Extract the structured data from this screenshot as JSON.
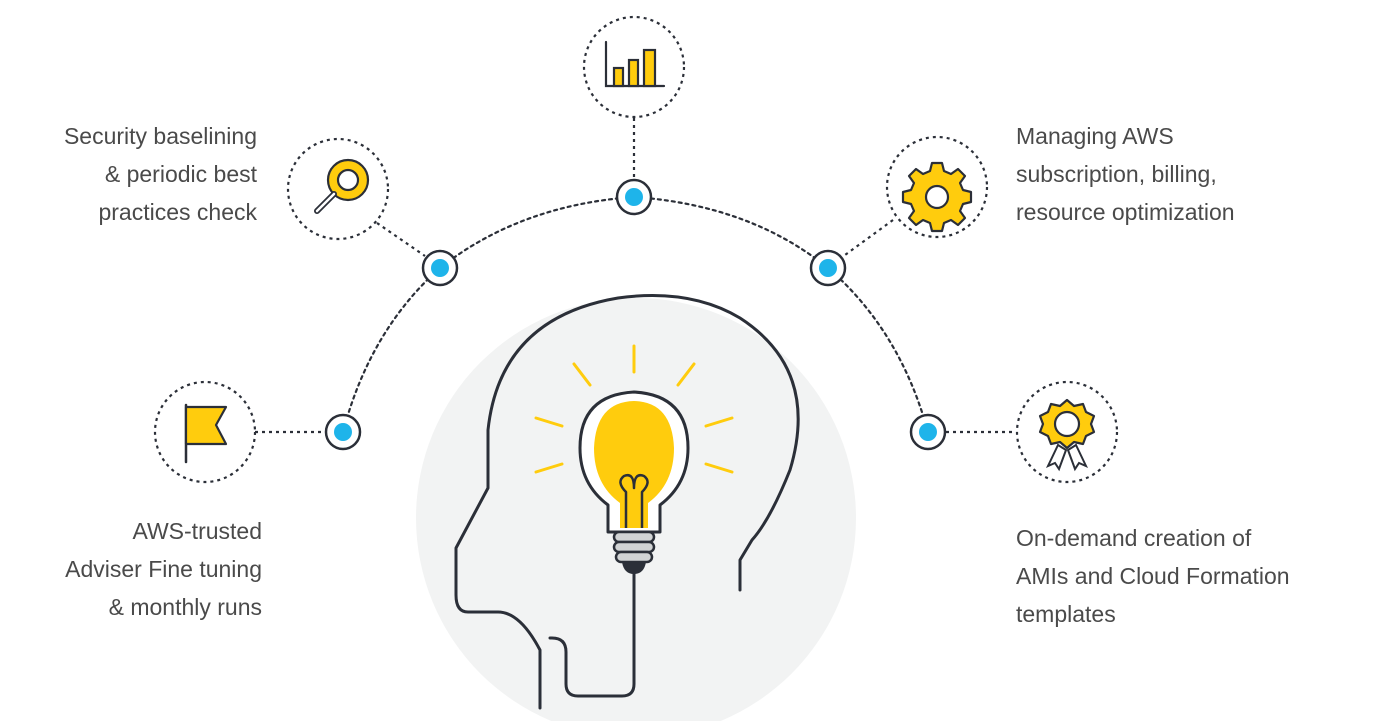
{
  "colors": {
    "accent_yellow": "#ffcc0d",
    "node_blue": "#1eb4ea",
    "outline": "#2b2f38",
    "dotted_line": "#2b2f38",
    "bg_circle": "#f2f3f3",
    "text": "#4a4a4a"
  },
  "icons": [
    "magnifier-icon",
    "bar-chart-icon",
    "gear-icon",
    "flag-icon",
    "award-badge-icon",
    "head-with-lightbulb-illustration"
  ],
  "features": {
    "security": [
      "Security baselining",
      "& periodic best",
      "practices check"
    ],
    "aws_billing": [
      "Managing AWS",
      "subscription, billing,",
      "resource optimization"
    ],
    "trusted_adviser": [
      "AWS-trusted",
      "Adviser Fine tuning",
      "& monthly runs"
    ],
    "ami_templates": [
      "On-demand creation of",
      "AMIs and Cloud Formation",
      "templates"
    ]
  }
}
